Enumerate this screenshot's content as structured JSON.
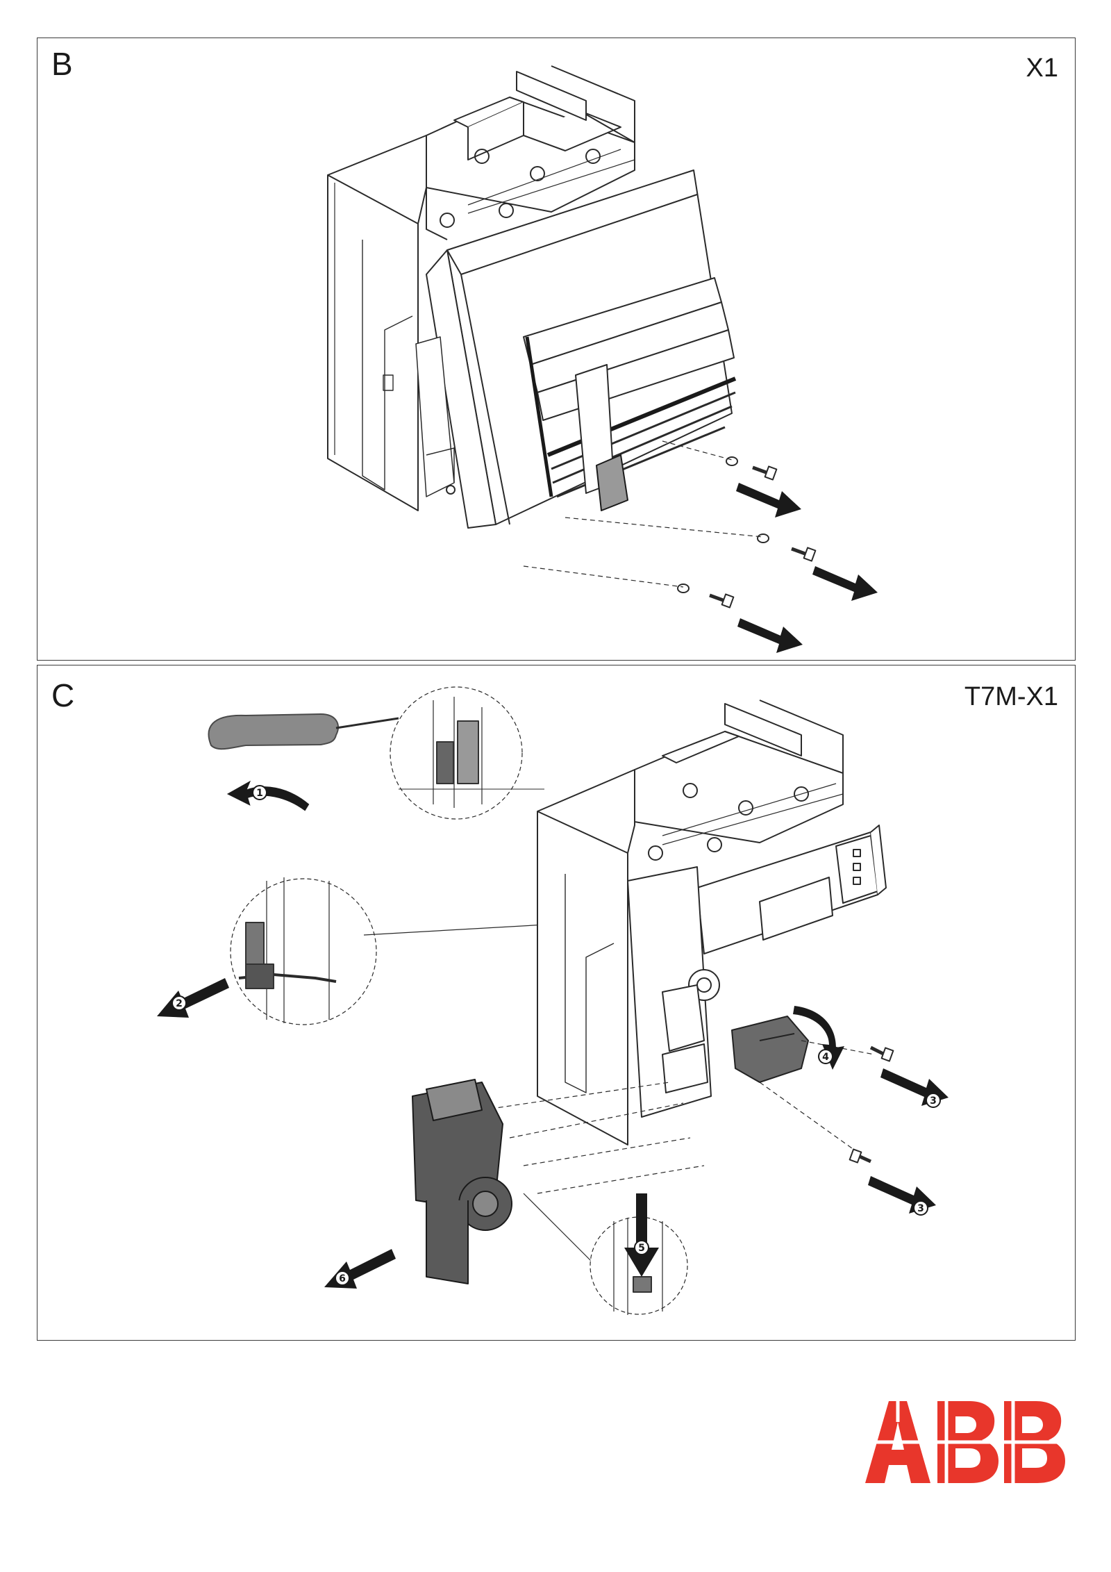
{
  "panels": [
    {
      "letter": "B",
      "code": "X1"
    },
    {
      "letter": "C",
      "code": "T7M-X1"
    }
  ],
  "steps": [
    "1",
    "2",
    "3",
    "3",
    "4",
    "5",
    "6"
  ],
  "brand": {
    "logo_text": "ABB",
    "color": "#e8362b"
  },
  "colors": {
    "line": "#2a2a2a",
    "dark_part": "#555555",
    "handle": "#777777"
  }
}
